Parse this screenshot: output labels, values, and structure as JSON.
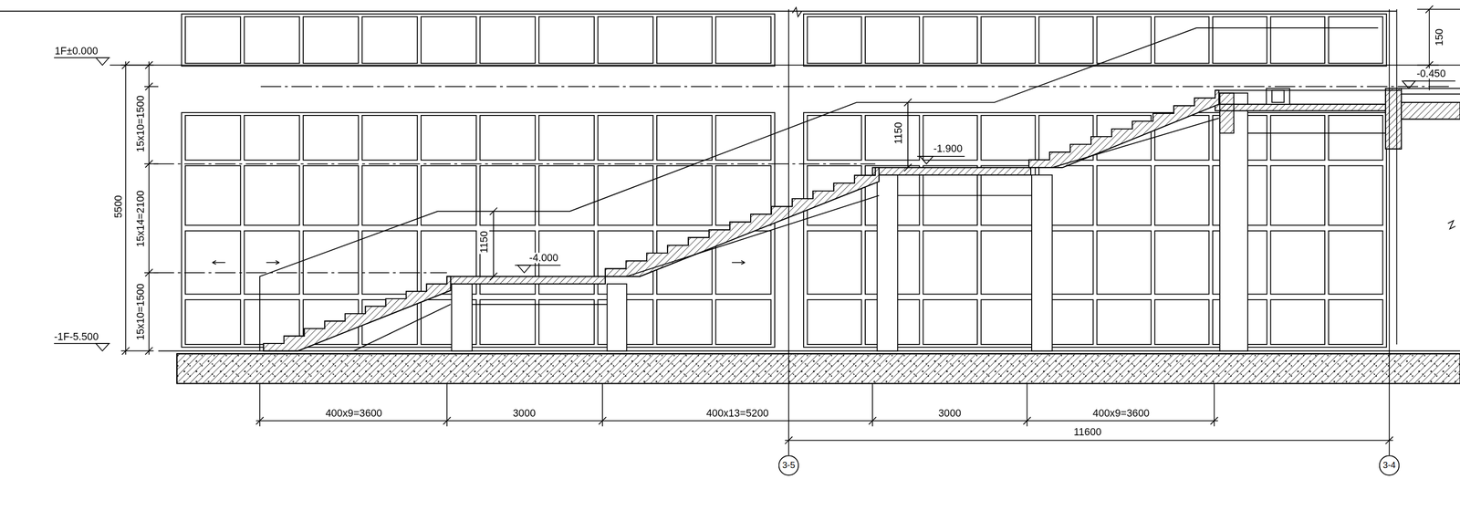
{
  "diagram": {
    "nodes": [
      {
        "text": [
          "3-5"
        ]
      },
      {
        "text": [
          "3-4"
        ]
      }
    ],
    "labels": [
      "1F±0.000",
      "-1F-5.500",
      "5500",
      "15x10=1500",
      "15x14=2100",
      "15x10=1500",
      "1150",
      "-4.000",
      "1150",
      "-1.900",
      "150",
      "-0.450",
      "400x9=3600",
      "3000",
      "400x13=5200",
      "3000",
      "400x9=3600",
      "11600"
    ]
  }
}
